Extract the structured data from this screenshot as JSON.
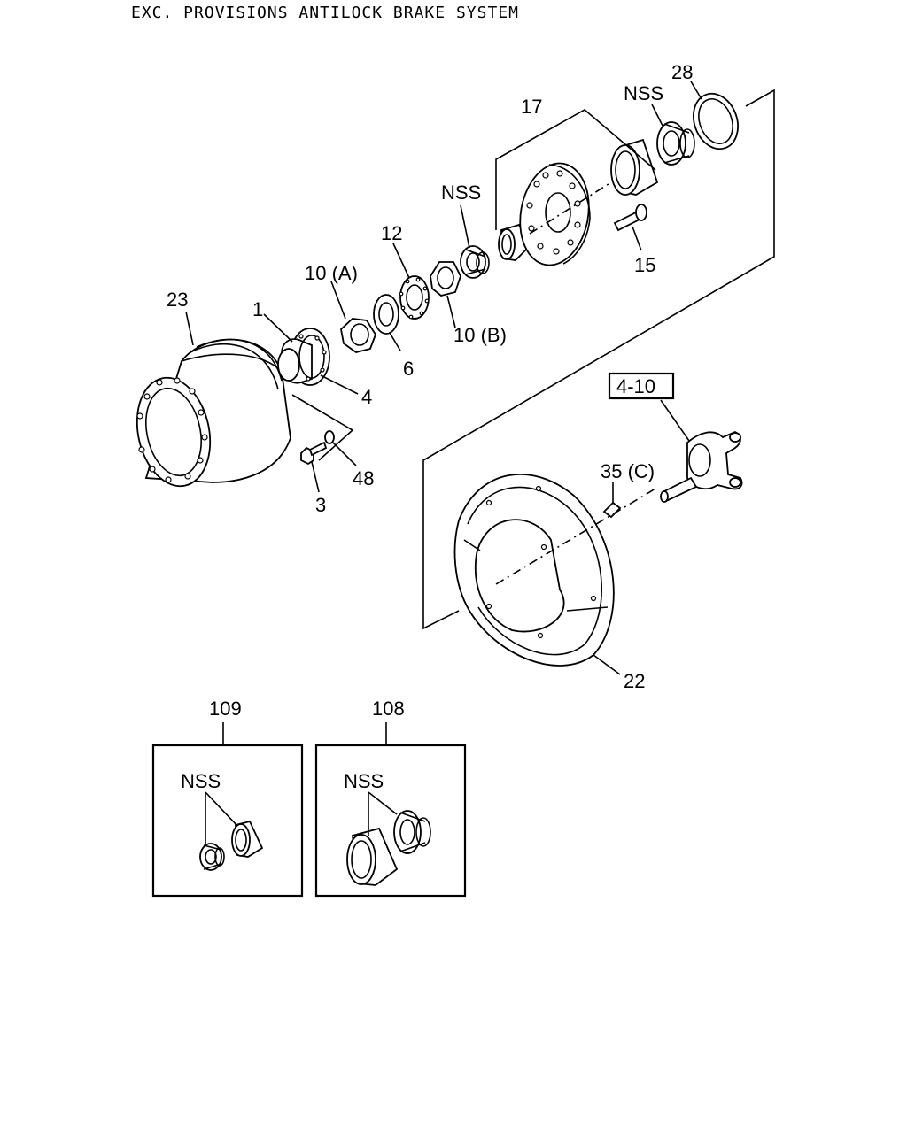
{
  "title": "EXC. PROVISIONS ANTILOCK BRAKE SYSTEM",
  "callouts": {
    "p23": "23",
    "p1": "1",
    "p10a": "10 (A)",
    "p12": "12",
    "nss_upper_mid": "NSS",
    "p17": "17",
    "nss_upper_right": "NSS",
    "p28": "28",
    "p15": "15",
    "p10b": "10 (B)",
    "p6": "6",
    "p4": "4",
    "p48": "48",
    "p3": "3",
    "p4_10": "4-10",
    "p35c": "35 (C)",
    "p22": "22",
    "p109": "109",
    "p108": "108",
    "nss_109": "NSS",
    "nss_108": "NSS"
  }
}
